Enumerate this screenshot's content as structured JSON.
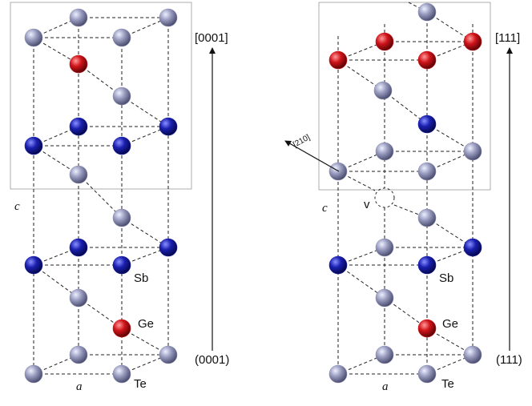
{
  "left_panel": {
    "top_direction": "[0001]",
    "bottom_plane": "(0001)",
    "c_axis": "c",
    "a_axis": "a",
    "label_sb": "Sb",
    "label_ge": "Ge",
    "label_te": "Te"
  },
  "right_panel": {
    "top_direction": "[111]",
    "bottom_plane": "(111)",
    "side_direction": "[210]",
    "c_axis": "c",
    "a_axis": "a",
    "vacancy": "v",
    "label_sb": "Sb",
    "label_ge": "Ge",
    "label_te": "Te"
  },
  "colors": {
    "te": "#8c8fb2",
    "sb": "#1a1fa8",
    "ge": "#d0141a"
  }
}
